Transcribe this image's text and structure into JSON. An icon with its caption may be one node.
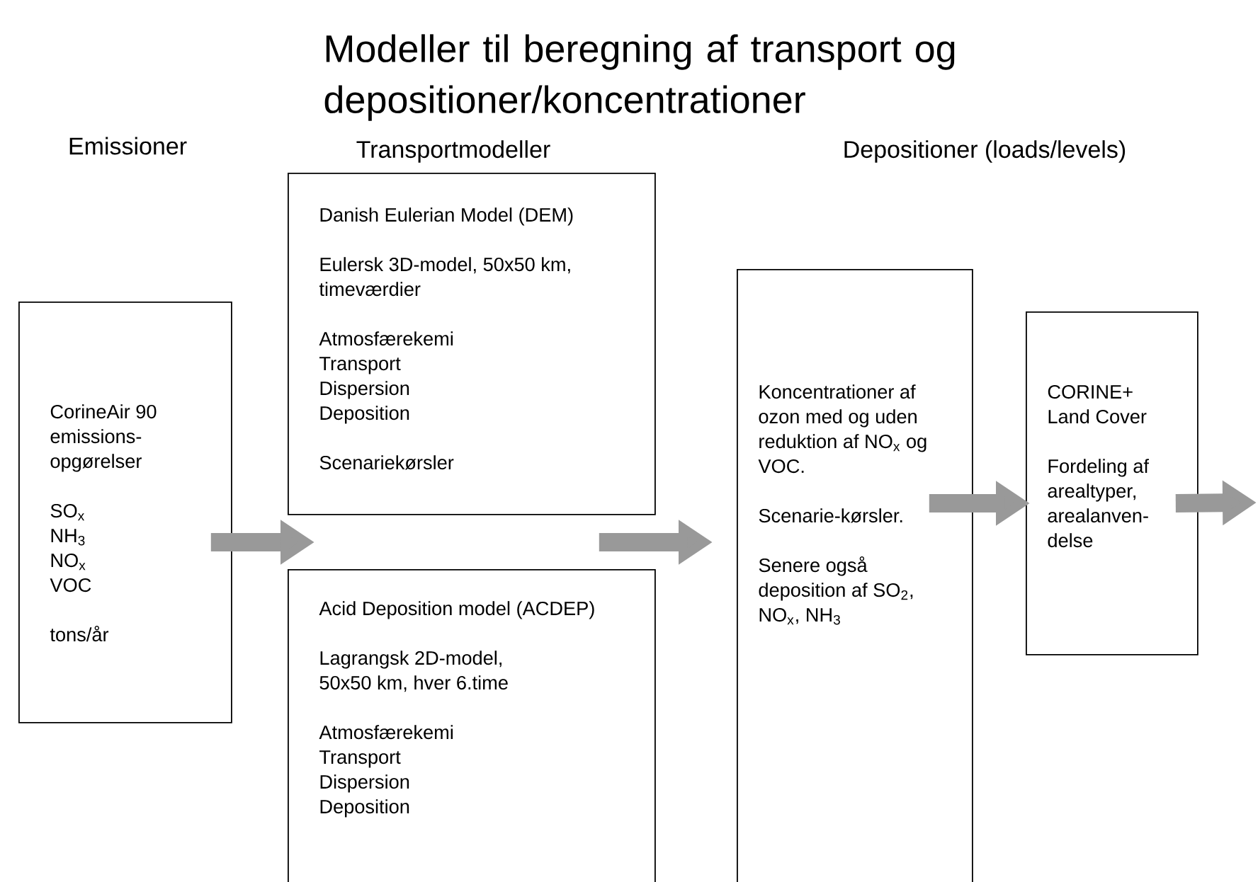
{
  "diagram": {
    "title": "Modeller til beregning af transport og depositioner/koncentrationer",
    "nodes": [
      {
        "text": [
          "CorineAir 90 emissions- opgørelser",
          "SO$_{x}$ NH$_{3}$ NO$_{x}$ VOC",
          "tons/år"
        ]
      },
      {
        "text": [
          "Danish Eulerian Model (DEM)",
          "Eulersk 3D-model, 50x50 km, timeværdier",
          "Atmosfærekemi Transport Dispersion Deposition",
          "Scenariekørsler"
        ]
      },
      {
        "text": [
          "Acid Deposition model (ACDEP)",
          "Lagrangsk 2D-model, 50x50 km, hver 6.time",
          "Atmosfærekemi Transport Dispersion Deposition"
        ]
      },
      {
        "text": [
          "Koncentrationer af ozon med og uden reduktion af NO$_{x}$ og VOC.",
          "Scenarie-kørsler.",
          "Senere også deposition af SO$_{2}$, NO$_{x}$, NH$_{3}$"
        ]
      },
      {
        "text": [
          "CORINE+ Land Cover",
          "Fordeling af arealtyper, arealanven- delse"
        ]
      }
    ],
    "edges": [
      {
        "from": 0,
        "to": 1,
        "arrow": "to"
      },
      {
        "from": 0,
        "to": 2,
        "arrow": "to"
      },
      {
        "from": 1,
        "to": 3,
        "arrow": "to"
      },
      {
        "from": 2,
        "to": 3,
        "arrow": "to"
      },
      {
        "from": 3,
        "to": 4,
        "arrow": "to"
      },
      {
        "from": 4,
        "to": null,
        "arrow": "to"
      }
    ],
    "labels": [
      "Emissioner",
      "Transportmodeller",
      "Depositioner (loads/levels)"
    ]
  }
}
